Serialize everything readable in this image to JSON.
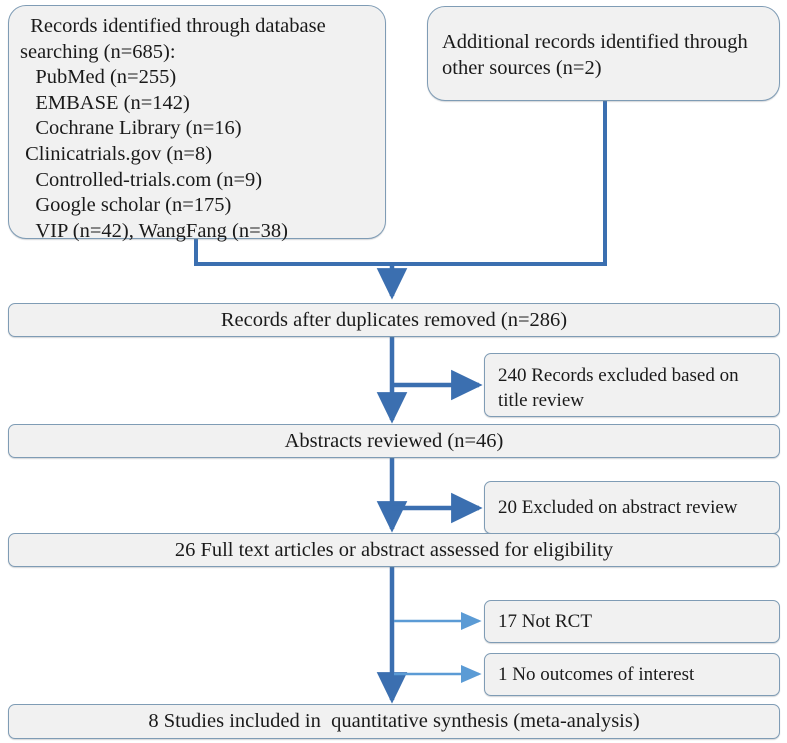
{
  "diagram": {
    "kind": "prisma-flow-diagram",
    "colors": {
      "box_fill": "#f1f1f1",
      "box_border": "#7f9cb5",
      "arrow_dark": "#3b6fb0",
      "arrow_light": "#5b9bd5",
      "text": "#1a1a1a",
      "background": "#ffffff"
    },
    "nodes": {
      "database_search": {
        "text": "  Records identified through database\nsearching (n=685):\n   PubMed (n=255)\n   EMBASE (n=142)\n   Cochrane Library (n=16)\n Clinicatrials.gov (n=8)\n   Controlled-trials.com (n=9)\n   Google scholar (n=175)\n   VIP (n=42), WangFang (n=38)"
      },
      "other_sources": {
        "text": "Additional records identified through\nother sources (n=2)"
      },
      "duplicates_removed": {
        "text": "Records after duplicates removed (n=286)"
      },
      "abstracts_reviewed": {
        "text": "Abstracts reviewed (n=46)"
      },
      "full_text_assessed": {
        "text": "26 Full text articles or abstract assessed for eligibility"
      },
      "included_final": {
        "text": "8 Studies included in  quantitative synthesis (meta-analysis)"
      },
      "excluded_title": {
        "text": "240 Records excluded based on\ntitle review"
      },
      "excluded_abstract": {
        "text": "20 Excluded on abstract review"
      },
      "excluded_not_rct": {
        "text": "17 Not RCT"
      },
      "excluded_no_outcomes": {
        "text": "1 No outcomes of interest"
      }
    },
    "counts": {
      "total_database": 685,
      "pubmed": 255,
      "embase": 142,
      "cochrane": 16,
      "clinicaltrials": 8,
      "controlled_trials": 9,
      "google_scholar": 175,
      "vip": 42,
      "wangfang": 38,
      "other_sources": 2,
      "after_duplicates": 286,
      "abstracts_reviewed": 46,
      "excluded_title": 240,
      "excluded_abstract": 20,
      "full_text_assessed": 26,
      "excluded_not_rct": 17,
      "excluded_no_outcomes": 1,
      "included": 8
    }
  }
}
